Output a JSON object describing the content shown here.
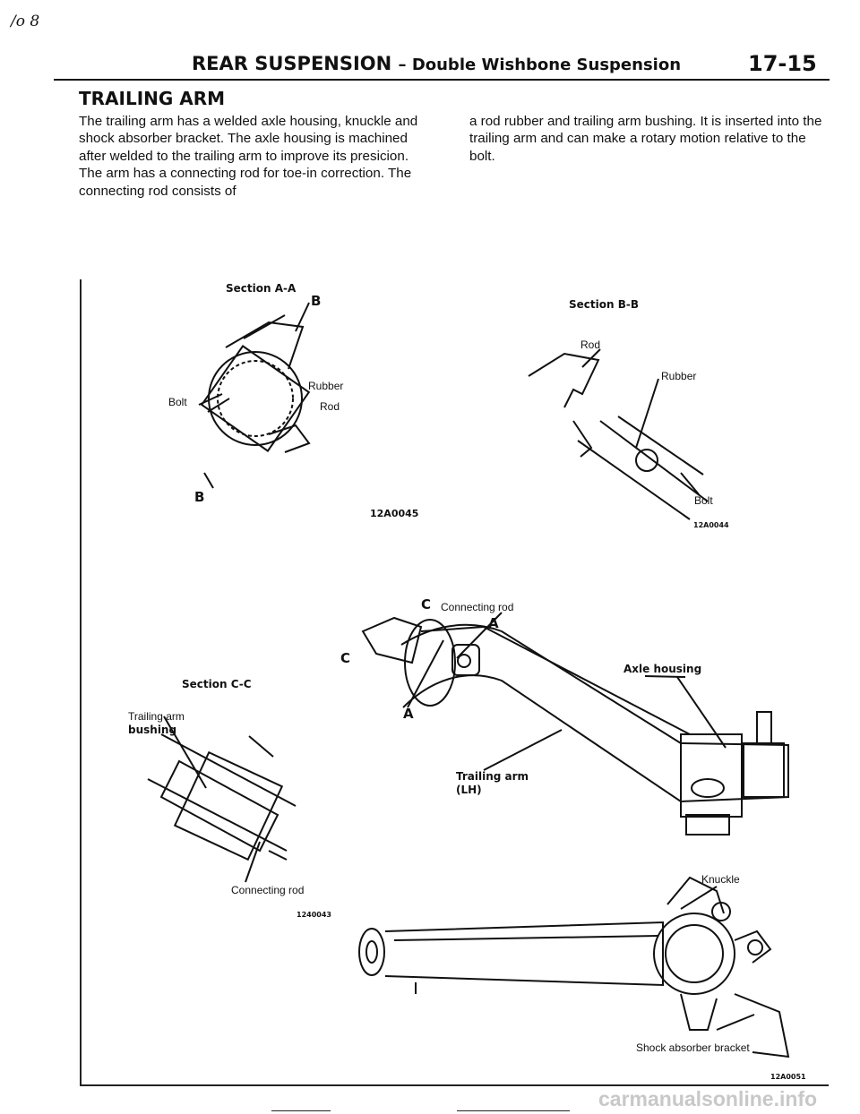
{
  "corner_note": "/o 8",
  "header": {
    "title": "REAR SUSPENSION",
    "subtitle": "– Double Wishbone Suspension",
    "page_number": "17-15"
  },
  "section_heading": "TRAILING ARM",
  "body": {
    "col_left": "The trailing arm has a welded axle housing, knuckle and shock absorber bracket. The axle housing is machined after welded to the trailing arm to improve its presicion. The arm has a connecting rod for toe-in correction. The connecting rod consists of",
    "col_right": "a rod rubber and trailing arm bushing. It is inserted into the trailing arm and can make a rotary motion relative to the bolt."
  },
  "figures": {
    "section_aa": {
      "title": "Section A-A",
      "marker_top": "B",
      "marker_bottom": "B",
      "labels": {
        "bolt": "Bolt",
        "rubber": "Rubber",
        "rod": "Rod"
      },
      "code": "12A0045"
    },
    "section_bb": {
      "title": "Section B-B",
      "labels": {
        "rod": "Rod",
        "rubber": "Rubber",
        "bolt": "Bolt"
      },
      "code": "12A0044"
    },
    "section_cc": {
      "title": "Section C-C",
      "labels": {
        "trailing_arm_bushing_1": "Trailing arm",
        "trailing_arm_bushing_2": "bushing",
        "connecting_rod": "Connecting rod"
      },
      "code": "1240043"
    },
    "assembly": {
      "labels": {
        "connecting_rod": "Connecting rod",
        "axle_housing": "Axle housing",
        "trailing_arm": "Trailing arm",
        "lh": "(LH)",
        "marker_c_top": "C",
        "marker_c_bottom": "C",
        "marker_a_top": "A",
        "marker_a_bottom": "A"
      }
    },
    "lower": {
      "labels": {
        "knuckle": "Knuckle",
        "shock_bracket": "Shock absorber bracket"
      },
      "code": "12A0051"
    }
  },
  "footer": {
    "watermark": "carmanualsonline.info"
  }
}
